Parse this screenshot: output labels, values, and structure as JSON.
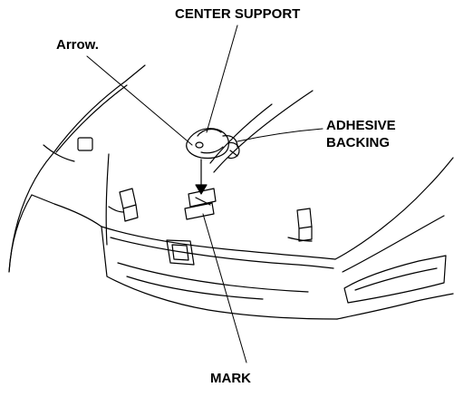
{
  "labels": {
    "center_support": "CENTER SUPPORT",
    "arrow": "Arrow.",
    "adhesive_line1": "ADHESIVE",
    "adhesive_line2": "BACKING",
    "mark": "MARK"
  },
  "colors": {
    "ink": "#000000",
    "background": "#ffffff"
  }
}
